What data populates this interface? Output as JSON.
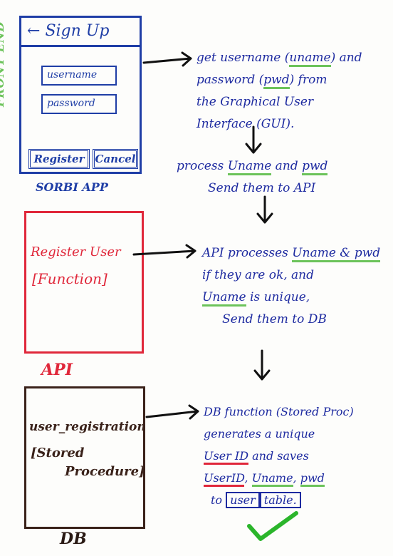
{
  "frontend": {
    "side_label": "FRONT END",
    "header": "Sign Up",
    "username_placeholder": "username",
    "password_placeholder": "password",
    "register_label": "Register",
    "cancel_label": "Cancel",
    "app_label": "SORBI APP"
  },
  "api": {
    "function_name": "Register User",
    "function_type": "[Function]",
    "label": "API"
  },
  "db": {
    "proc_name": "user_registration",
    "proc_type_1": "[Stored",
    "proc_type_2": "Procedure]",
    "label": "DB"
  },
  "notes": {
    "gui": {
      "l1a": "get username (",
      "l1b": "uname",
      "l1c": ") and",
      "l2a": "password (",
      "l2b": "pwd",
      "l2c": ") from",
      "l3": "the Graphical User",
      "l4": "Interface (GUI)."
    },
    "process": {
      "l1a": "process ",
      "l1b": "Uname",
      "l1c": " and ",
      "l1d": "pwd",
      "l2": "Send them to API"
    },
    "api": {
      "l1a": "API processes ",
      "l1b": "Uname & pwd",
      "l2": "if they are ok, and",
      "l3a": "Uname",
      "l3b": " is unique,",
      "l4": "Send them to DB"
    },
    "db": {
      "l1": "DB function (Stored Proc)",
      "l2": "generates a unique",
      "l3a": "User ID",
      "l3b": " and saves",
      "l4a": "UserID",
      "l4b": ", ",
      "l4c": "Uname",
      "l4d": ", ",
      "l4e": "pwd",
      "l5a": "to ",
      "l5b": "user",
      "l5c": "table."
    }
  },
  "colors": {
    "frontend_blue": "#1f3ea6",
    "api_red": "#e0273a",
    "db_brown": "#3a221a",
    "highlight_green": "#6cc35a",
    "note_ink": "#1d2aa0",
    "arrow_ink": "#111111"
  },
  "icons": {
    "back": "back-arrow-icon",
    "check": "checkmark-icon"
  }
}
